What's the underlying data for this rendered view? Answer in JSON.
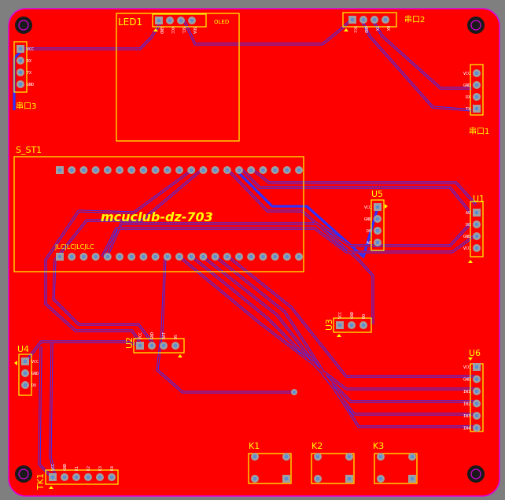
{
  "board": {
    "watermark": "mcuclub-dz-703",
    "colors": {
      "background": "#7f7f7f",
      "copper": "#ff0000",
      "outline": "#e000e0",
      "silk": "#ffff00",
      "track": "#3030ff",
      "pad": "#a0a0a0",
      "via_hole": "#5a8fd8"
    }
  },
  "components": {
    "led1": {
      "ref": "LED1",
      "side_label": "OLED",
      "pins": [
        "GND",
        "VCC",
        "SCL",
        "SDA"
      ]
    },
    "port2": {
      "ref": "串口2",
      "pins": [
        "VCC",
        "GND",
        "TX",
        "RX"
      ]
    },
    "port3": {
      "ref": "串口3",
      "pins": [
        "VCC",
        "RX",
        "TX",
        "GND"
      ]
    },
    "port1": {
      "ref": "串口1",
      "pins": [
        "TX",
        "RX",
        "GND",
        "VCC"
      ]
    },
    "s_st1": {
      "ref": "S_ST1",
      "row_label": "JLCJLCJLCJLC"
    },
    "u5": {
      "ref": "U5",
      "pins": [
        "VCC",
        "GND",
        "DO",
        "AO"
      ]
    },
    "u1": {
      "ref": "U1",
      "pins": [
        "AO",
        "DO",
        "GND",
        "VCC"
      ]
    },
    "u2": {
      "ref": "U2",
      "pins": [
        "VCC",
        "GND",
        "DAT",
        "DS"
      ]
    },
    "u3": {
      "ref": "U3",
      "pins": [
        "VCC",
        "GND",
        "DO"
      ]
    },
    "u4": {
      "ref": "U4",
      "pins": [
        "VCC",
        "GND",
        "DO"
      ]
    },
    "u6": {
      "ref": "U6",
      "pins": [
        "VCC",
        "GND",
        "IN1",
        "IN2",
        "IN3",
        "IN4"
      ]
    },
    "k1": {
      "ref": "K1"
    },
    "k2": {
      "ref": "K2"
    },
    "k3": {
      "ref": "K3"
    },
    "tk1": {
      "ref": "TK1",
      "pins": [
        "VCC",
        "GND",
        "K1",
        "K2",
        "K3",
        "K4"
      ]
    }
  }
}
